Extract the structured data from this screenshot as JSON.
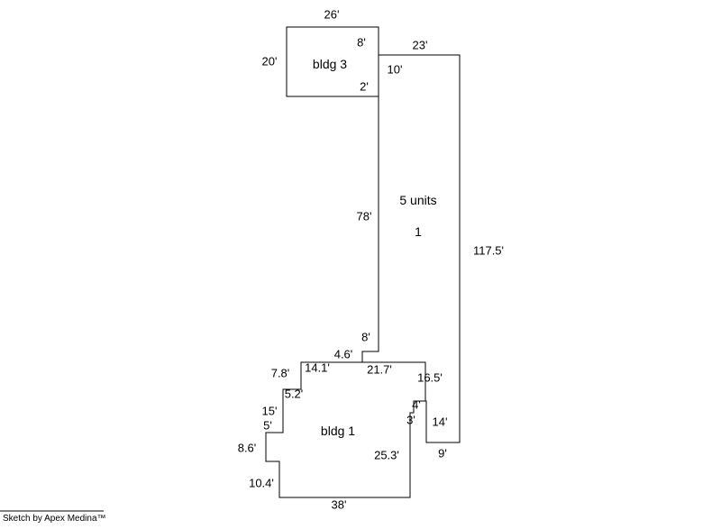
{
  "footer": {
    "credit": "Sketch by Apex Medina™"
  },
  "diagram": {
    "colors": {
      "line": "#000000",
      "background": "#ffffff",
      "text": "#000000"
    },
    "buildings": {
      "bldg3": {
        "label": "bldg 3"
      },
      "corridor": {
        "label_units": "5 units",
        "label_number": "1"
      },
      "bldg1": {
        "label": "bldg 1"
      }
    },
    "labels": {
      "bldg3_top": "26'",
      "bldg3_right_upper": "8'",
      "corridor_top": "23'",
      "bldg3_left": "20'",
      "bldg3_name": "bldg 3",
      "bldg3_right_mid": "10'",
      "bldg3_right_lower": "2'",
      "corridor_units": "5 units",
      "corridor_left": "78'",
      "corridor_number": "1",
      "corridor_right": "117.5'",
      "neck_right": "8'",
      "neck_jog": "4.6'",
      "bldg1_top_left": "14.1'",
      "bldg1_top_right": "21.7'",
      "bldg1_left_step1": "7.8'",
      "bldg1_right_upper": "16.5'",
      "bldg1_left_step2": "5.2'",
      "bldg1_right_jog": "4'",
      "bldg1_left_step3": "15'",
      "bldg1_right_step": "3'",
      "corridor_bottom_left": "14'",
      "bldg1_left_step4": "5'",
      "bldg1_name": "bldg 1",
      "bldg1_left_step5": "8.6'",
      "corridor_bottom": "9'",
      "bldg1_right_lower": "25.3'",
      "bldg1_left_lower": "10.4'",
      "bldg1_bottom": "38'"
    }
  }
}
